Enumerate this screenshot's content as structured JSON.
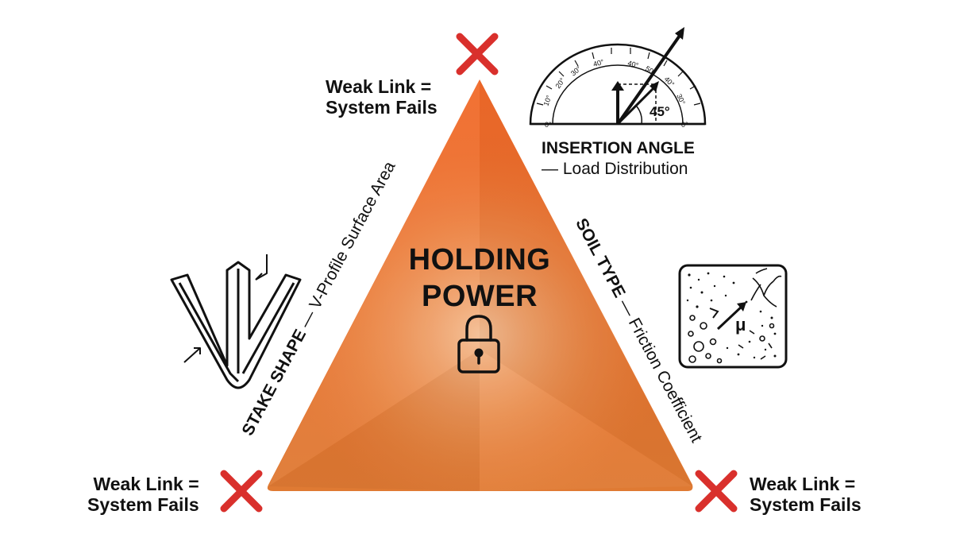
{
  "center": {
    "title_line1": "HOLDING",
    "title_line2": "POWER"
  },
  "weak_link": {
    "line1": "Weak Link =",
    "line2": "System Fails"
  },
  "sides": {
    "left": {
      "bold": "STAKE SHAPE",
      "rest": " — V-Profile Surface Area"
    },
    "right": {
      "bold": "SOIL TYPE",
      "rest": " — Friction Coefficient"
    }
  },
  "insertion": {
    "title": "INSERTION ANGLE",
    "subtitle": "— Load Distribution",
    "angle_label": "45°",
    "protractor_left_ticks": [
      "0°",
      "10°",
      "20°",
      "30°",
      "40°"
    ],
    "protractor_right_ticks": [
      "40°",
      "50°",
      "40°",
      "30°",
      "0°"
    ]
  },
  "soil": {
    "symbol": "μ"
  },
  "colors": {
    "triangle_top": "#f26a2a",
    "triangle_bottom": "#e07a30",
    "triangle_glow": "#f4b689",
    "cross": "#d9302c",
    "ink": "#111111"
  },
  "icons": {
    "center": "lock-icon",
    "vertices": "cross-icon",
    "left": "v-stake-icon",
    "top_right": "protractor-icon",
    "right": "soil-texture-icon"
  }
}
